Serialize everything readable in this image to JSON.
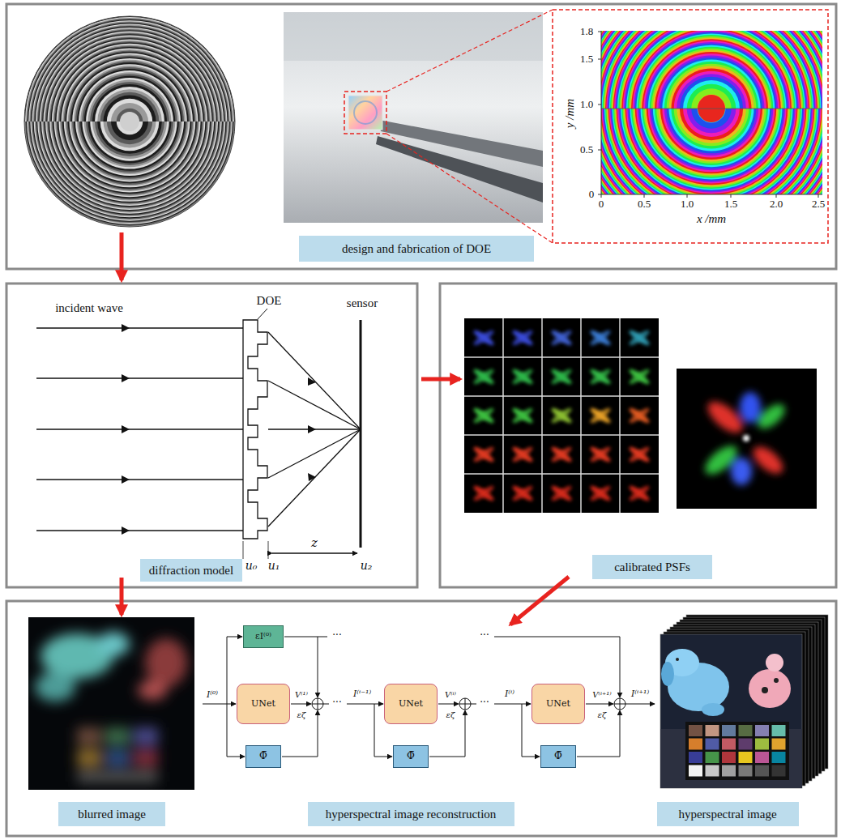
{
  "diagram": {
    "nodes": [
      {
        "text": [
          "design and fabrication of DOE"
        ]
      },
      {
        "text": [
          "diffraction model"
        ]
      },
      {
        "text": [
          "calibrated PSFs"
        ]
      },
      {
        "text": [
          "blurred image"
        ]
      },
      {
        "text": [
          "εI⁽⁰⁾"
        ]
      },
      {
        "text": [
          "UNet"
        ]
      },
      {
        "text": [
          "Φ̄"
        ]
      },
      {
        "text": [
          "UNet"
        ]
      },
      {
        "text": [
          "Φ̄"
        ]
      },
      {
        "text": [
          "UNet"
        ]
      },
      {
        "text": [
          "Φ̄"
        ]
      },
      {
        "text": [
          "hyperspectral image reconstruction"
        ]
      },
      {
        "text": [
          "hyperspectral image"
        ]
      }
    ],
    "labels": [
      "y /mm",
      "1.8",
      "1.5",
      "1.0",
      "0.5",
      "0",
      "0",
      "0.5",
      "1.0",
      "1.5",
      "2.0",
      "2.5",
      "x /mm",
      "incident wave",
      "DOE",
      "sensor",
      "u₀",
      "u₁",
      "z",
      "u₂",
      "I⁽⁰⁾",
      "···",
      "···",
      "V⁽¹⁾",
      "εζ",
      "···",
      "I⁽ⁱ⁻¹⁾",
      "V⁽ⁱ⁾",
      "εζ",
      "···",
      "I⁽ⁱ⁾",
      "V⁽ⁱ⁺¹⁾",
      "εζ",
      "I⁽ⁱ⁺¹⁾"
    ]
  }
}
